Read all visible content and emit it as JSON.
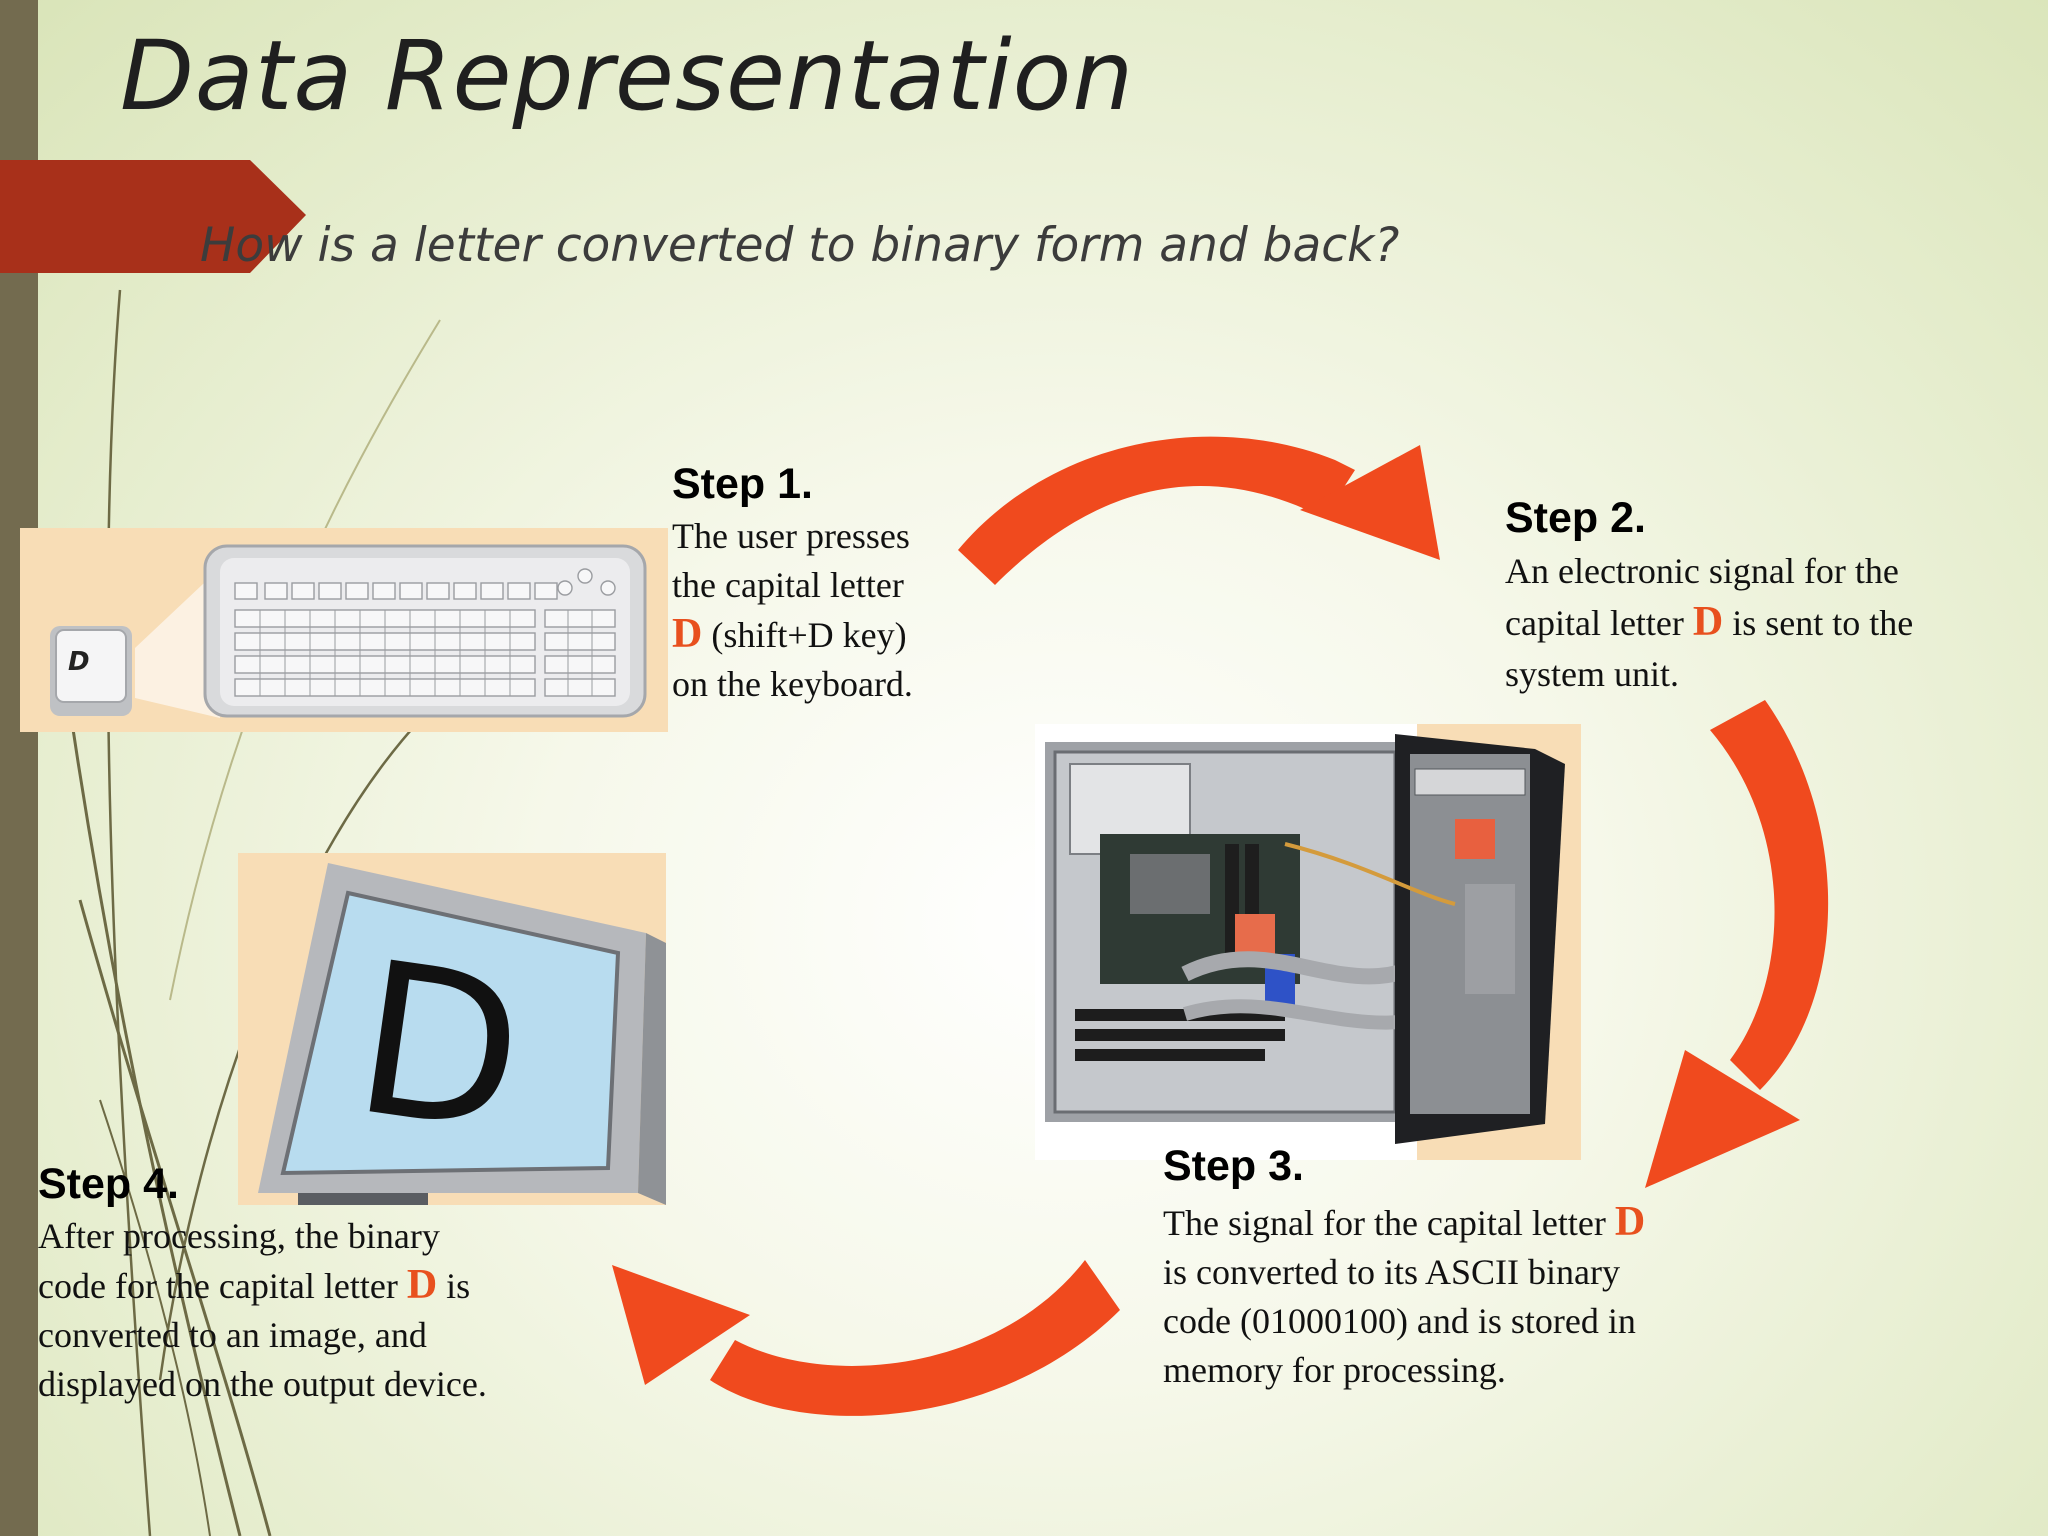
{
  "title": "Data Representation",
  "subtitle": "How is a letter converted to binary form and back?",
  "colors": {
    "accent": "#a8301a",
    "arrow": "#f04a1e",
    "highlight": "#e8501e",
    "sidebar": "#736b4f"
  },
  "keyboard_key_letter": "D",
  "monitor_letter": "D",
  "steps": [
    {
      "title": "Step 1.",
      "lines": [
        "The user presses",
        "the capital letter",
        "",
        "on the keyboard."
      ],
      "letter": "D",
      "after_letter": " (shift+D key)"
    },
    {
      "title": "Step 2.",
      "lines": [
        "An electronic signal for the",
        "capital letter ",
        "system unit."
      ],
      "letter": "D",
      "after_letter": " is sent to the"
    },
    {
      "title": "Step 3.",
      "lines": [
        "The signal for the capital letter ",
        "is converted to its ASCII binary",
        "code (01000100) and is stored in",
        "memory for processing."
      ],
      "letter": "D"
    },
    {
      "title": "Step 4.",
      "lines": [
        "After processing, the binary",
        "code for the capital letter ",
        "converted to an image, and",
        "displayed on the output device."
      ],
      "letter": "D",
      "after_letter": " is"
    }
  ]
}
